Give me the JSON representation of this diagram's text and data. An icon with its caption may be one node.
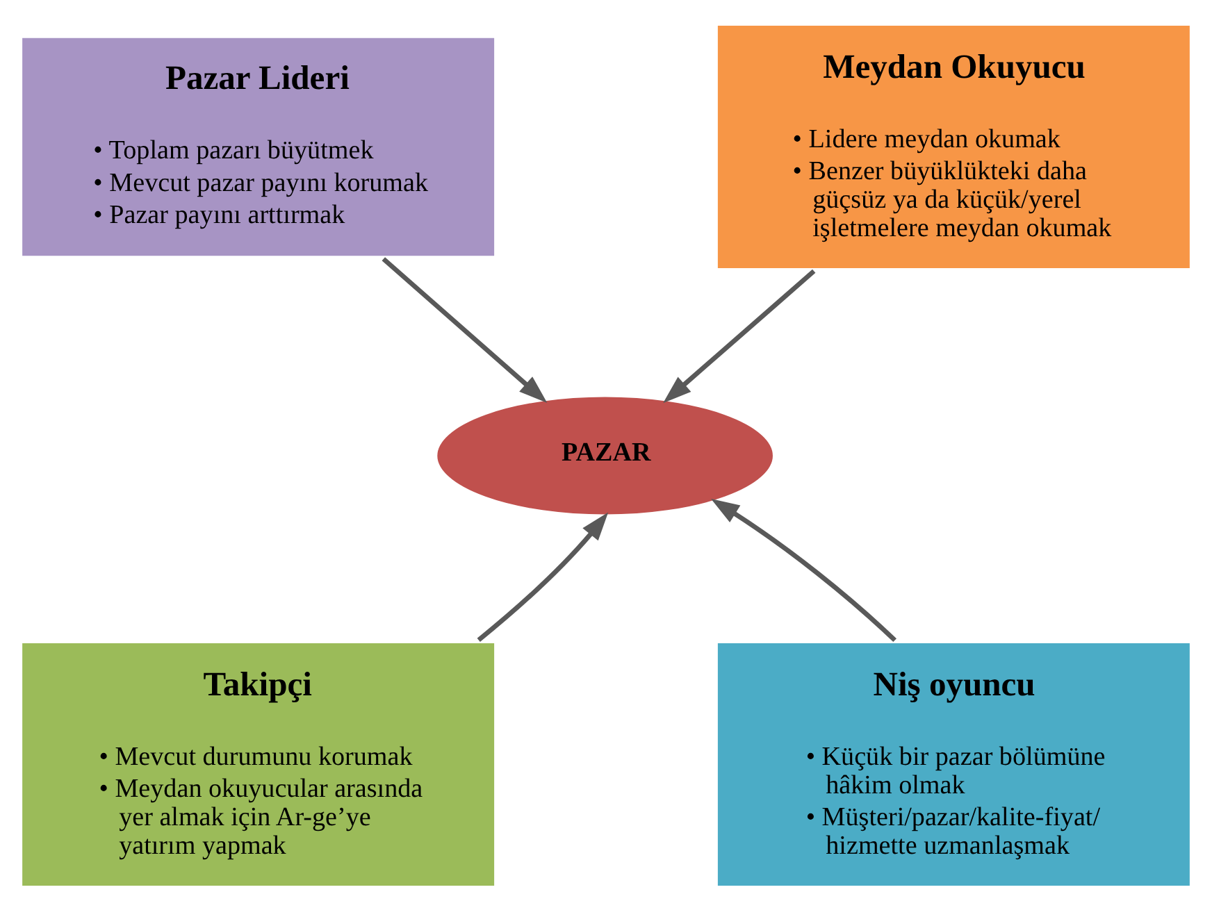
{
  "diagram": {
    "nodes": [
      {
        "text": [
          "Pazar Lideri",
          "• Toplam pazarı büyütmek",
          "• Mevcut pazar payını korumak",
          "• Pazar payını arttırmak"
        ]
      },
      {
        "text": [
          "Meydan Okuyucu",
          "• Lidere meydan okumak",
          "• Benzer büyüklükteki daha güçsüz ya da küçük/yerel işletmelere meydan okumak"
        ]
      },
      {
        "text": [
          "PAZAR"
        ]
      },
      {
        "text": [
          "Takipçi",
          "• Mevcut durumunu korumak",
          "• Meydan okuyucular arasında yer almak için Ar-ge’ye yatırım yapmak"
        ]
      },
      {
        "text": [
          "Niş oyuncu",
          "• Küçük bir pazar bölümüne hâkim olmak",
          "• Müşteri/pazar/kalite-fiyat/ hizmette uzmanlaşmak"
        ]
      }
    ],
    "edges": [
      {
        "from": 0,
        "to": 2,
        "arrow": "to"
      },
      {
        "from": 1,
        "to": 2,
        "arrow": "to"
      },
      {
        "from": 3,
        "to": 2,
        "arrow": "to"
      },
      {
        "from": 4,
        "to": 2,
        "arrow": "to"
      }
    ]
  }
}
